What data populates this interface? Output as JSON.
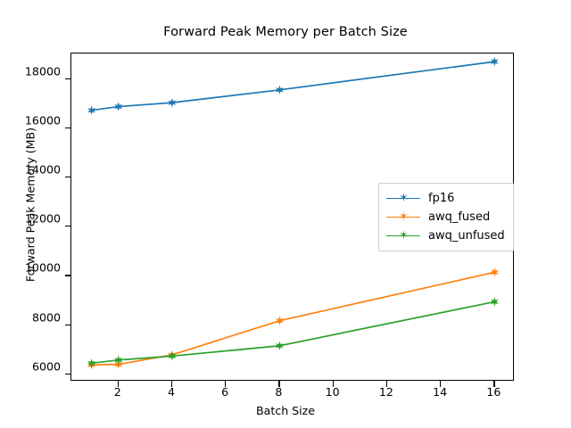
{
  "chart_data": {
    "type": "line",
    "title": "Forward Peak Memory per Batch Size",
    "xlabel": "Batch Size",
    "ylabel": "Forward Peak Memory (MB)",
    "x": [
      1,
      2,
      4,
      8,
      16
    ],
    "xlim": [
      0.25,
      16.75
    ],
    "ylim": [
      5700,
      19050
    ],
    "xticks": [
      2,
      4,
      6,
      8,
      10,
      12,
      14,
      16
    ],
    "xtick_labels": [
      "2",
      "4",
      "6",
      "8",
      "10",
      "12",
      "14",
      "16"
    ],
    "yticks": [
      6000,
      8000,
      10000,
      12000,
      14000,
      16000,
      18000
    ],
    "ytick_labels": [
      "6000",
      "8000",
      "10000",
      "12000",
      "14000",
      "16000",
      "18000"
    ],
    "grid": false,
    "legend_position": "center right",
    "marker": "star",
    "series": [
      {
        "name": "fp16",
        "color": "#1f77b4",
        "values": [
          16740,
          16890,
          17050,
          17570,
          18720
        ]
      },
      {
        "name": "awq_fused",
        "color": "#ff7f0e",
        "values": [
          6380,
          6400,
          6790,
          8180,
          10150
        ]
      },
      {
        "name": "awq_unfused",
        "color": "#2ca02c",
        "values": [
          6450,
          6580,
          6740,
          7160,
          8950
        ]
      }
    ]
  },
  "legend": {
    "entries": [
      {
        "label": "fp16"
      },
      {
        "label": "awq_fused"
      },
      {
        "label": "awq_unfused"
      }
    ]
  }
}
